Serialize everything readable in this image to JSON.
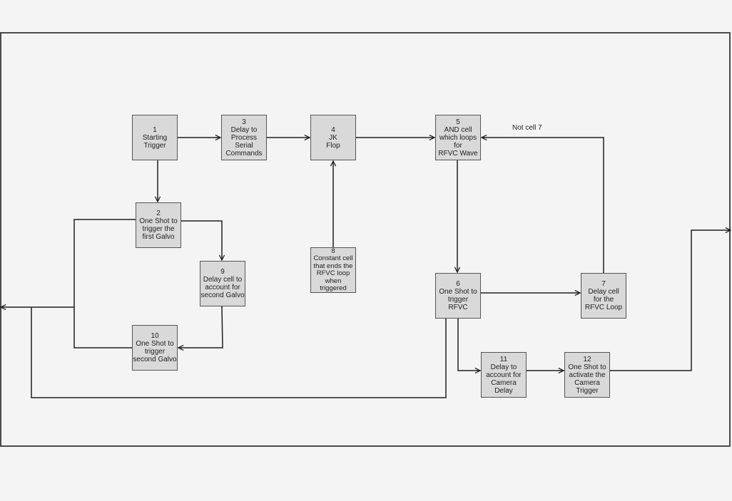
{
  "diagram": {
    "colors": {
      "background": "#f4f4f4",
      "node_fill": "#d9d9d9",
      "node_border": "#555555",
      "wire": "#1e1e1e",
      "frame": "#4a4a4a"
    },
    "nodes": [
      {
        "id": "1",
        "number": "1",
        "label": "Starting\nTrigger"
      },
      {
        "id": "2",
        "number": "2",
        "label": "One Shot to\ntrigger the\nfirst Galvo"
      },
      {
        "id": "3",
        "number": "3",
        "label": "Delay to\nProcess\nSerial\nCommands"
      },
      {
        "id": "4",
        "number": "4",
        "label": "JK\nFlop"
      },
      {
        "id": "5",
        "number": "5",
        "label": "AND cell\nwhich loops\nfor\nRFVC Wave"
      },
      {
        "id": "6",
        "number": "6",
        "label": "One Shot to\ntrigger\nRFVC"
      },
      {
        "id": "7",
        "number": "7",
        "label": "Delay cell\nfor the\nRFVC Loop"
      },
      {
        "id": "8",
        "number": "8",
        "label": "Constant cell\nthat ends the\nRFVC loop\nwhen\ntriggered"
      },
      {
        "id": "9",
        "number": "9",
        "label": "Delay cell to\naccount for\nsecond Galvo"
      },
      {
        "id": "10",
        "number": "10",
        "label": "One Shot to\ntrigger\nsecond Galvo"
      },
      {
        "id": "11",
        "number": "11",
        "label": "Delay to\naccount for\nCamera\nDelay"
      },
      {
        "id": "12",
        "number": "12",
        "label": "One Shot to\nactivate the\nCamera\nTrigger"
      }
    ],
    "edges": [
      {
        "from": "1",
        "to": "3"
      },
      {
        "from": "1",
        "to": "2"
      },
      {
        "from": "3",
        "to": "4"
      },
      {
        "from": "4",
        "to": "5"
      },
      {
        "from": "8",
        "to": "4"
      },
      {
        "from": "5",
        "to": "6"
      },
      {
        "from": "6",
        "to": "7"
      },
      {
        "from": "7",
        "to": "5",
        "label": "Not cell 7"
      },
      {
        "from": "2",
        "to": "9"
      },
      {
        "from": "9",
        "to": "10"
      },
      {
        "from": "2",
        "to": "output-left"
      },
      {
        "from": "10",
        "to": "output-left"
      },
      {
        "from": "6",
        "to": "output-left"
      },
      {
        "from": "6",
        "to": "11"
      },
      {
        "from": "11",
        "to": "12"
      },
      {
        "from": "12",
        "to": "output-right"
      }
    ],
    "edge_labels": {
      "not_cell_7": "Not cell 7"
    }
  }
}
